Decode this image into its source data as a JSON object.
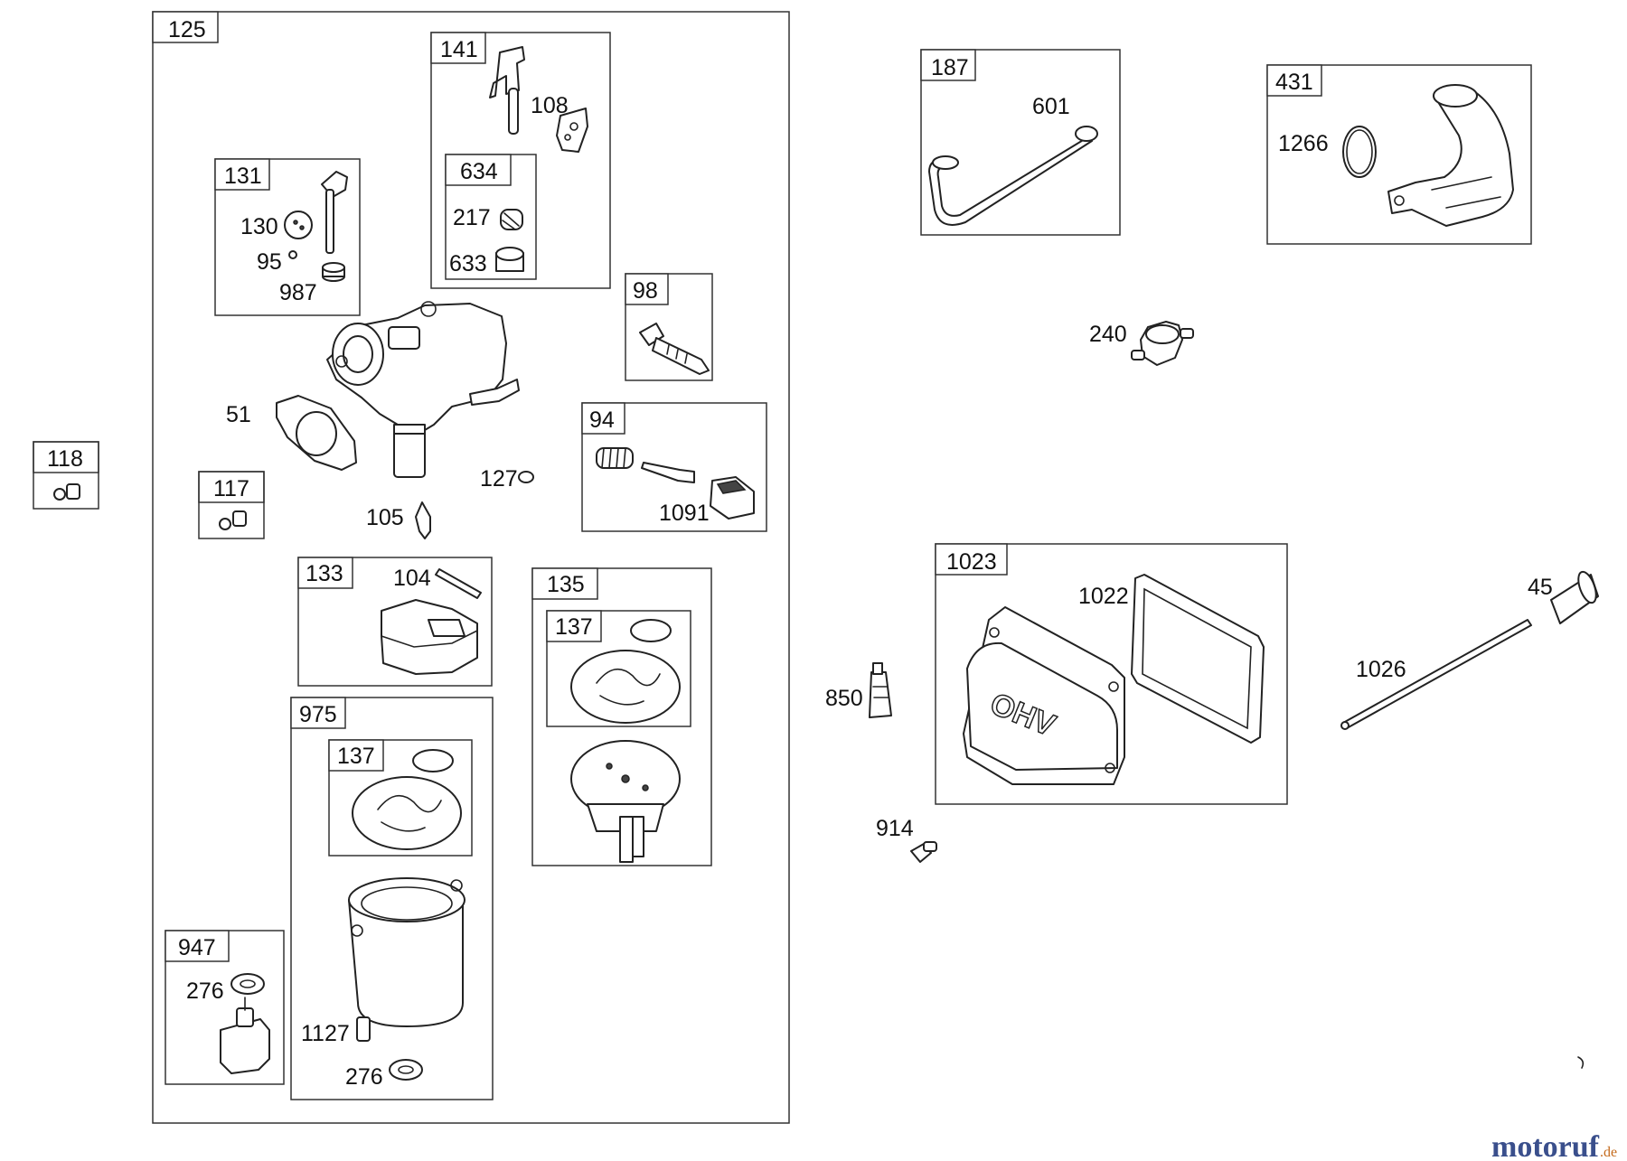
{
  "diagram": {
    "groups": [
      {
        "id": "125",
        "label": "125"
      },
      {
        "id": "141",
        "label": "141"
      },
      {
        "id": "634",
        "label": "634"
      },
      {
        "id": "131",
        "label": "131"
      },
      {
        "id": "98",
        "label": "98"
      },
      {
        "id": "94",
        "label": "94"
      },
      {
        "id": "118",
        "label": "118"
      },
      {
        "id": "117",
        "label": "117"
      },
      {
        "id": "133",
        "label": "133"
      },
      {
        "id": "135",
        "label": "135"
      },
      {
        "id": "137a",
        "label": "137"
      },
      {
        "id": "975",
        "label": "975"
      },
      {
        "id": "137b",
        "label": "137"
      },
      {
        "id": "947",
        "label": "947"
      },
      {
        "id": "187",
        "label": "187"
      },
      {
        "id": "431",
        "label": "431"
      },
      {
        "id": "1023",
        "label": "1023"
      }
    ],
    "callouts": [
      {
        "id": "108",
        "label": "108"
      },
      {
        "id": "217",
        "label": "217"
      },
      {
        "id": "633",
        "label": "633"
      },
      {
        "id": "130",
        "label": "130"
      },
      {
        "id": "95",
        "label": "95"
      },
      {
        "id": "987",
        "label": "987"
      },
      {
        "id": "51",
        "label": "51"
      },
      {
        "id": "127",
        "label": "127"
      },
      {
        "id": "105",
        "label": "105"
      },
      {
        "id": "1091",
        "label": "1091"
      },
      {
        "id": "104",
        "label": "104"
      },
      {
        "id": "276a",
        "label": "276"
      },
      {
        "id": "1127",
        "label": "1127"
      },
      {
        "id": "276b",
        "label": "276"
      },
      {
        "id": "601",
        "label": "601"
      },
      {
        "id": "1266",
        "label": "1266"
      },
      {
        "id": "240",
        "label": "240"
      },
      {
        "id": "1022",
        "label": "1022"
      },
      {
        "id": "850",
        "label": "850"
      },
      {
        "id": "914",
        "label": "914"
      },
      {
        "id": "45",
        "label": "45"
      },
      {
        "id": "1026",
        "label": "1026"
      }
    ],
    "cover_text": "OHV",
    "watermark": {
      "brand": "motoruf",
      "tld": ".de"
    }
  }
}
